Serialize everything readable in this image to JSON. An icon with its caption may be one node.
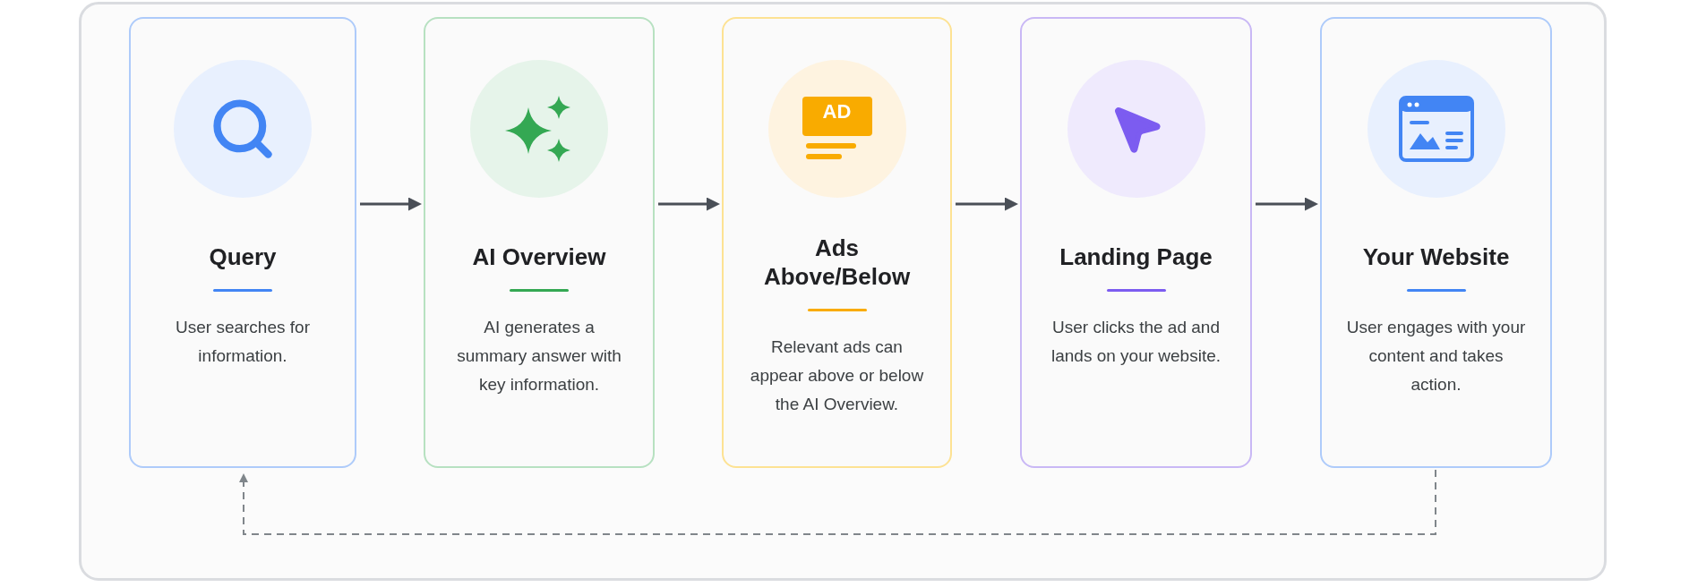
{
  "diagram": {
    "nodes": [
      {
        "text": [
          "Query",
          "User searches for information."
        ]
      },
      {
        "text": [
          "AI Overview",
          "AI generates a summary answer with key information."
        ]
      },
      {
        "text": [
          "Ads Above/Below",
          "Relevant ads can appear above or below the AI Overview."
        ]
      },
      {
        "text": [
          "Landing Page",
          "User clicks the ad and lands on your website."
        ]
      },
      {
        "text": [
          "Your Website",
          "User engages with your content and takes action."
        ]
      }
    ],
    "edges": [
      {
        "from": 0,
        "to": 1,
        "arrow": "to"
      },
      {
        "from": 1,
        "to": 2,
        "arrow": "to"
      },
      {
        "from": 2,
        "to": 3,
        "arrow": "to"
      },
      {
        "from": 3,
        "to": 4,
        "arrow": "to"
      },
      {
        "from": 4,
        "to": 0,
        "arrow": "to",
        "style": "dashed",
        "color": "#80868b"
      }
    ],
    "labels": [
      "AD"
    ]
  }
}
